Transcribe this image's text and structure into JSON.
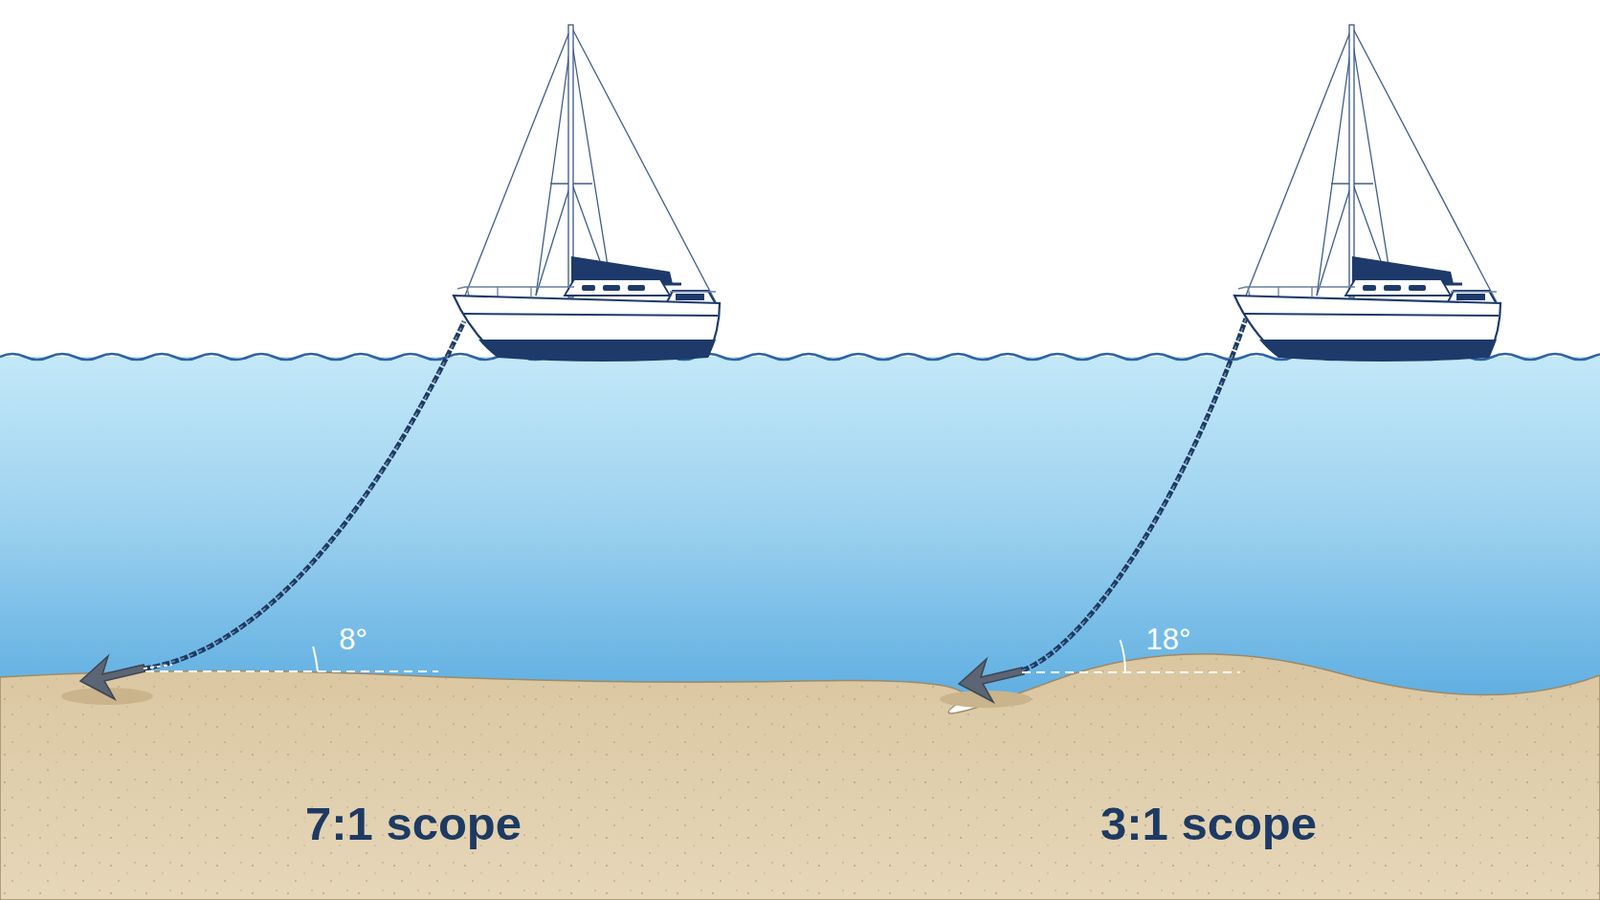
{
  "diagram": {
    "labels": [
      "8°",
      "7:1 scope",
      "18°",
      "3:1 scope"
    ]
  }
}
